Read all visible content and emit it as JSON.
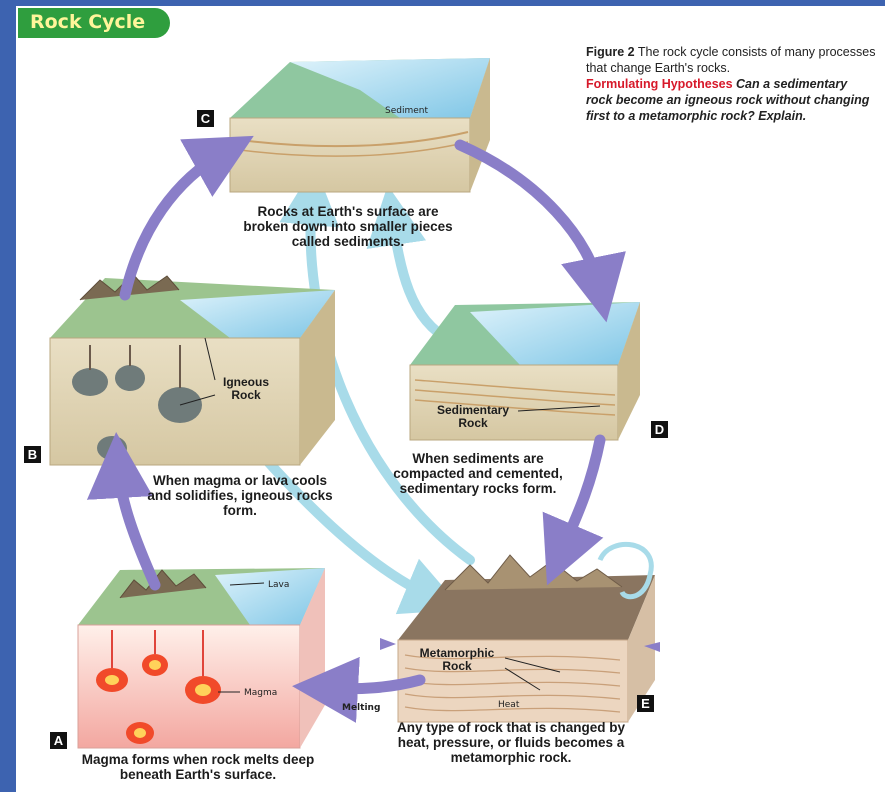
{
  "header": {
    "title": "Rock Cycle"
  },
  "caption": {
    "figure_label": "Figure 2",
    "figure_text": "The rock cycle consists of many processes that change Earth's rocks.",
    "hypotheses_label": "Formulating Hypotheses",
    "question": "Can a sedimentary rock become an igneous rock without changing first to a metamorphic rock? Explain."
  },
  "stages": {
    "C": {
      "badge": "C",
      "text": "Rocks at Earth's surface are broken down into smaller pieces called sediments.",
      "callout": "Sediment"
    },
    "B": {
      "badge": "B",
      "text": "When magma or lava cools and solidifies, igneous rocks form.",
      "callout": "Igneous Rock"
    },
    "D": {
      "badge": "D",
      "text": "When sediments are compacted and cemented, sedimentary rocks form.",
      "callout": "Sedimentary Rock"
    },
    "A": {
      "badge": "A",
      "text": "Magma forms when rock melts deep beneath Earth's surface.",
      "callout_lava": "Lava",
      "callout_magma": "Magma"
    },
    "E": {
      "badge": "E",
      "text": "Any type of rock that is changed by heat, pressure, or fluids becomes a metamorphic rock.",
      "callout": "Metamorphic Rock",
      "callout_heat": "Heat"
    }
  },
  "arrow_labels": {
    "melting": "Melting"
  },
  "colors": {
    "big_arrow": "#8a7ec8",
    "small_arrow": "#a8dbe9",
    "header": "#2f9e3e",
    "hypotheses": "#d7192a"
  }
}
